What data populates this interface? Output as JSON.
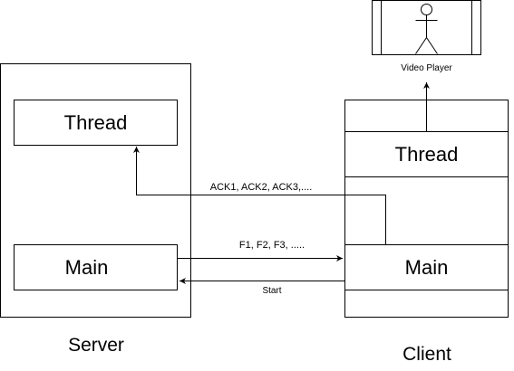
{
  "server": {
    "label": "Server",
    "thread_label": "Thread",
    "main_label": "Main"
  },
  "client": {
    "label": "Client",
    "thread_label": "Thread",
    "main_label": "Main"
  },
  "video_player": {
    "label": "Video Player",
    "icon": "actor-icon"
  },
  "edges": {
    "ack_label": "ACK1, ACK2, ACK3,....",
    "frames_label": "F1, F2, F3, .....",
    "start_label": "Start"
  }
}
